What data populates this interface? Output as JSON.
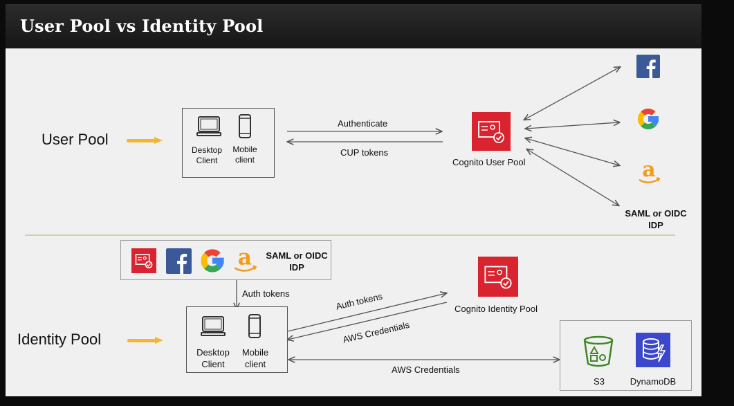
{
  "title": "User Pool vs Identity Pool",
  "user_pool": {
    "section_label": "User Pool",
    "desktop_label": "Desktop\nClient",
    "mobile_label": "Mobile\nclient",
    "authenticate_label": "Authenticate",
    "cup_tokens_label": "CUP tokens",
    "cognito_label": "Cognito User Pool",
    "idp_label": "SAML or OIDC\nIDP"
  },
  "identity_pool": {
    "section_label": "Identity Pool",
    "providers_idp_label": "SAML or OIDC\nIDP",
    "auth_tokens_down_label": "Auth tokens",
    "desktop_label": "Desktop\nClient",
    "mobile_label": "Mobile\nclient",
    "auth_tokens_label": "Auth tokens",
    "aws_credentials_diag_label": "AWS Credentials",
    "aws_credentials_label": "AWS Credentials",
    "cognito_label": "Cognito Identity Pool",
    "s3_label": "S3",
    "dynamodb_label": "DynamoDB"
  },
  "colors": {
    "cognito_red": "#d9232e",
    "facebook_blue": "#3b5998",
    "dynamodb_blue": "#3b48cc",
    "s3_green": "#3f8624",
    "arrow_yellow": "#f2b632",
    "divider_green": "#a9c88f"
  }
}
